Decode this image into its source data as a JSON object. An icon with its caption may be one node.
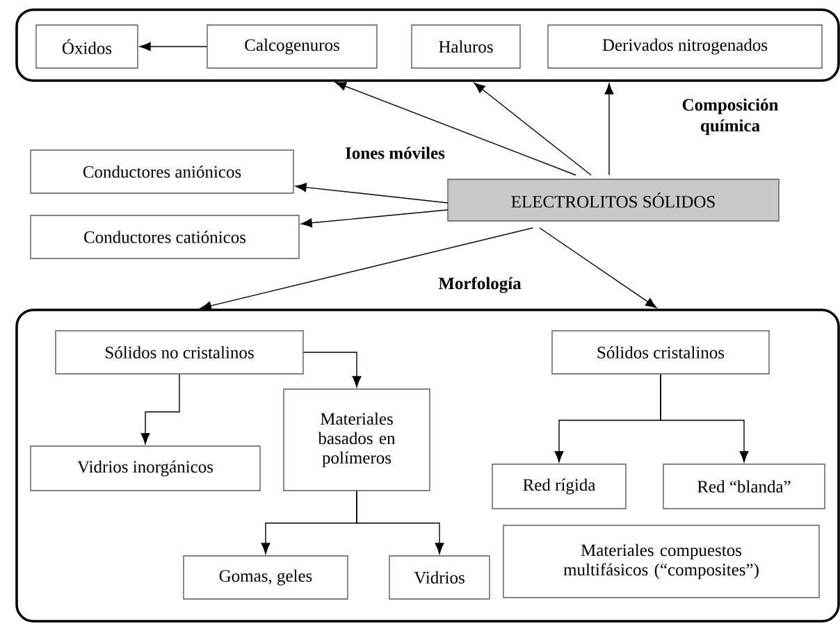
{
  "diagram": {
    "nodes": [
      {
        "text": [],
        "shape": "box"
      },
      {
        "text": [
          "Óxidos"
        ],
        "in": 0
      },
      {
        "text": [
          "Calcogenuros"
        ],
        "in": 0
      },
      {
        "text": [
          "Haluros"
        ],
        "in": 0
      },
      {
        "text": [
          "Derivados nitrogenados"
        ],
        "in": 0
      },
      {
        "text": [
          "Conductores aniónicos"
        ]
      },
      {
        "text": [
          "ELECTROLITOS SÓLIDOS"
        ]
      },
      {
        "text": [
          "Conductores catiónicos"
        ]
      },
      {
        "text": [],
        "shape": "box"
      },
      {
        "text": [
          "Sólidos no cristalinos"
        ],
        "in": 8
      },
      {
        "text": [
          "Sólidos cristalinos"
        ],
        "in": 8
      },
      {
        "text": [
          "Vidrios inorgánicos"
        ],
        "in": 8
      },
      {
        "text": [
          "Materiales basados en polímeros"
        ],
        "in": 8
      },
      {
        "text": [
          "Red rígida"
        ],
        "in": 8
      },
      {
        "text": [
          "Red “blanda”"
        ],
        "in": 8
      },
      {
        "text": [
          "Gomas, geles"
        ],
        "in": 8
      },
      {
        "text": [
          "Vidrios"
        ],
        "in": 8
      },
      {
        "text": [
          "Materiales compuestos multifásicos (“composites”)"
        ],
        "in": 8
      }
    ],
    "edges": [
      {
        "from": 2,
        "to": 1,
        "arrow": "to"
      },
      {
        "from": 6,
        "to": 0,
        "arrow": "to"
      },
      {
        "from": 6,
        "to": 0,
        "arrow": "to"
      },
      {
        "from": 6,
        "to": 0,
        "arrow": "to"
      },
      {
        "from": 6,
        "to": 5,
        "arrow": "to"
      },
      {
        "from": 6,
        "to": 7,
        "arrow": "to"
      },
      {
        "from": 6,
        "to": 8,
        "arrow": "to"
      },
      {
        "from": 6,
        "to": 8,
        "arrow": "to"
      },
      {
        "from": 9,
        "to": 12,
        "arrow": "to"
      },
      {
        "from": 9,
        "to": 11,
        "arrow": "to"
      },
      {
        "from": 12,
        "to": 15,
        "arrow": "to"
      },
      {
        "from": 12,
        "to": 16,
        "arrow": "to"
      },
      {
        "from": 10,
        "to": 13,
        "arrow": "to"
      },
      {
        "from": 10,
        "to": 14,
        "arrow": "to"
      }
    ],
    "labels": [
      "Composición química",
      "Iones móviles",
      "Morfología"
    ]
  }
}
